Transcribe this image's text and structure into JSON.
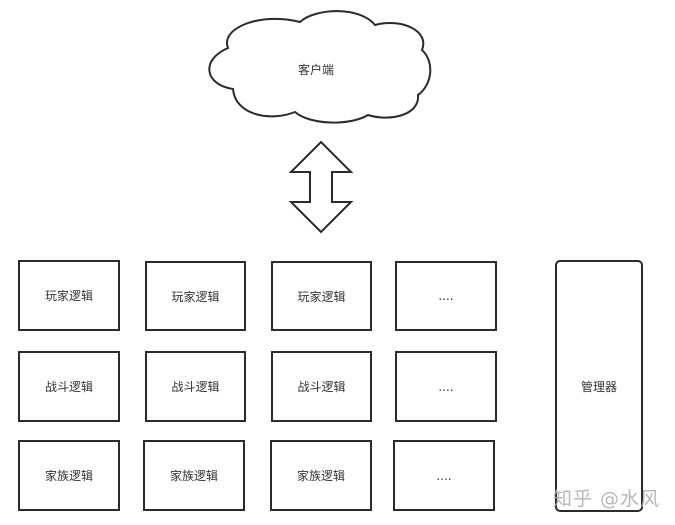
{
  "client": {
    "label": "客户端"
  },
  "grid": {
    "rows": [
      [
        "玩家逻辑",
        "玩家逻辑",
        "玩家逻辑",
        "...."
      ],
      [
        "战斗逻辑",
        "战斗逻辑",
        "战斗逻辑",
        "...."
      ],
      [
        "家族逻辑",
        "家族逻辑",
        "家族逻辑",
        "...."
      ]
    ]
  },
  "manager": {
    "label": "管理器"
  },
  "watermark": {
    "text": "知乎 @水风"
  }
}
